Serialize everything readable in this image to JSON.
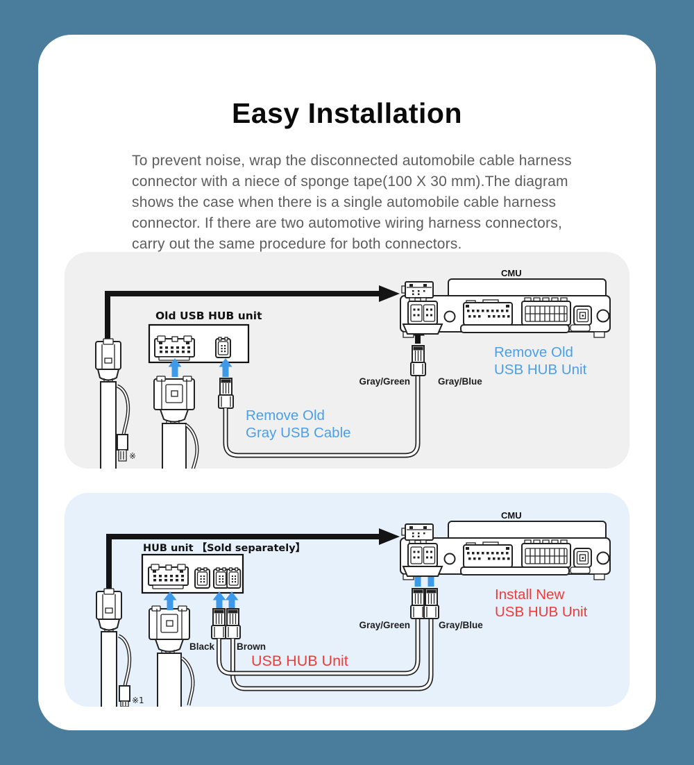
{
  "colors": {
    "page_bg": "#4a7c9c",
    "card_bg": "#ffffff",
    "panel_old_bg": "#f0f0f0",
    "panel_new_bg": "#e6f1fc",
    "arrow_blue": "#3e9ae8",
    "text_blue": "#4b9fe8",
    "text_red": "#ee3c38",
    "line_black": "#141414"
  },
  "header": {
    "title": "Easy Installation",
    "description_lines": [
      "To prevent noise, wrap the disconnected automobile cable harness",
      "connector with a niece of sponge tape(100 X 30 mm).The diagram",
      "shows the case when there is a single automobile cable harness",
      "connector. If there are two automotive wiring harness connectors,",
      "carry out the same procedure for both connectors."
    ]
  },
  "panel_old": {
    "hub_box_label": "Old USB HUB unit",
    "cmu_label": "CMU",
    "wire_labels": {
      "gray_green": "Gray/Green",
      "gray_blue": "Gray/Blue"
    },
    "note_mark": "※",
    "remove_cable_note": {
      "line1": "Remove Old",
      "line2": "Gray USB Cable"
    },
    "remove_unit_note": {
      "line1": "Remove Old",
      "line2": "USB HUB Unit"
    }
  },
  "panel_new": {
    "hub_box_label": "HUB unit 【Sold separately】",
    "cmu_label": "CMU",
    "wire_labels": {
      "gray_green": "Gray/Green",
      "gray_blue": "Gray/Blue",
      "black": "Black",
      "brown": "Brown"
    },
    "note_mark": "※1",
    "usb_hub_cable_label": "USB HUB Unit",
    "install_unit_note": {
      "line1": "Install New",
      "line2": "USB HUB Unit"
    }
  }
}
